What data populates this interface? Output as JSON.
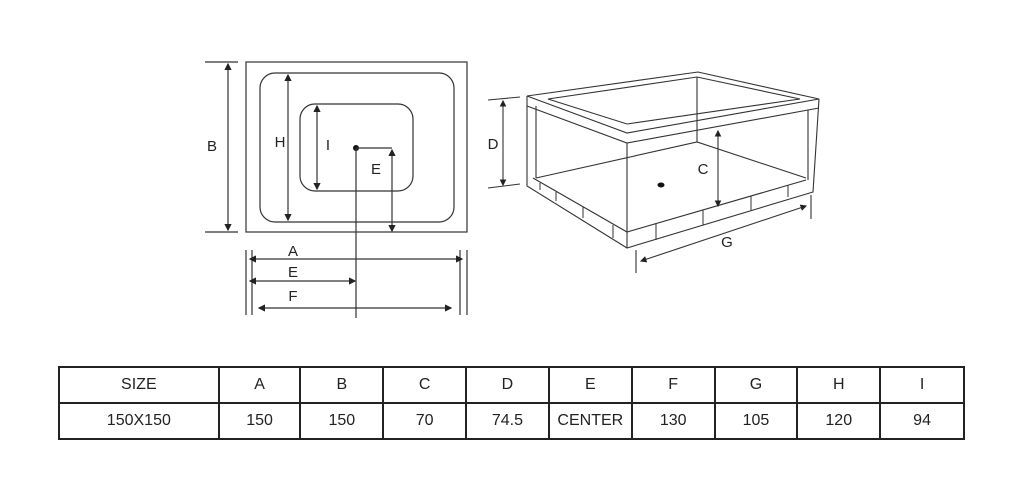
{
  "diagram": {
    "top_view_labels": {
      "B": "B",
      "H": "H",
      "I": "I",
      "E_inner": "E",
      "A": "A",
      "E": "E",
      "F": "F"
    },
    "iso_view_labels": {
      "D": "D",
      "C": "C",
      "G": "G"
    }
  },
  "table": {
    "headers": [
      "SIZE",
      "A",
      "B",
      "C",
      "D",
      "E",
      "F",
      "G",
      "H",
      "I"
    ],
    "rows": [
      [
        "150X150",
        "150",
        "150",
        "70",
        "74.5",
        "CENTER",
        "130",
        "105",
        "120",
        "94"
      ]
    ]
  }
}
